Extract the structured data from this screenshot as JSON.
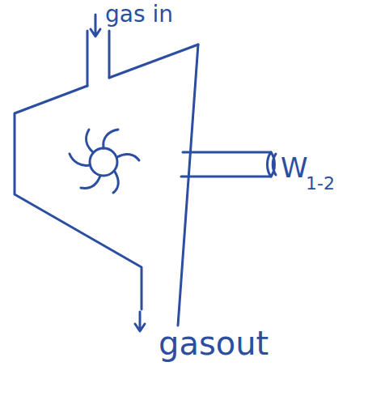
{
  "diagram": {
    "labels": [
      "gas in",
      "gasout",
      "W",
      "1-2"
    ]
  }
}
